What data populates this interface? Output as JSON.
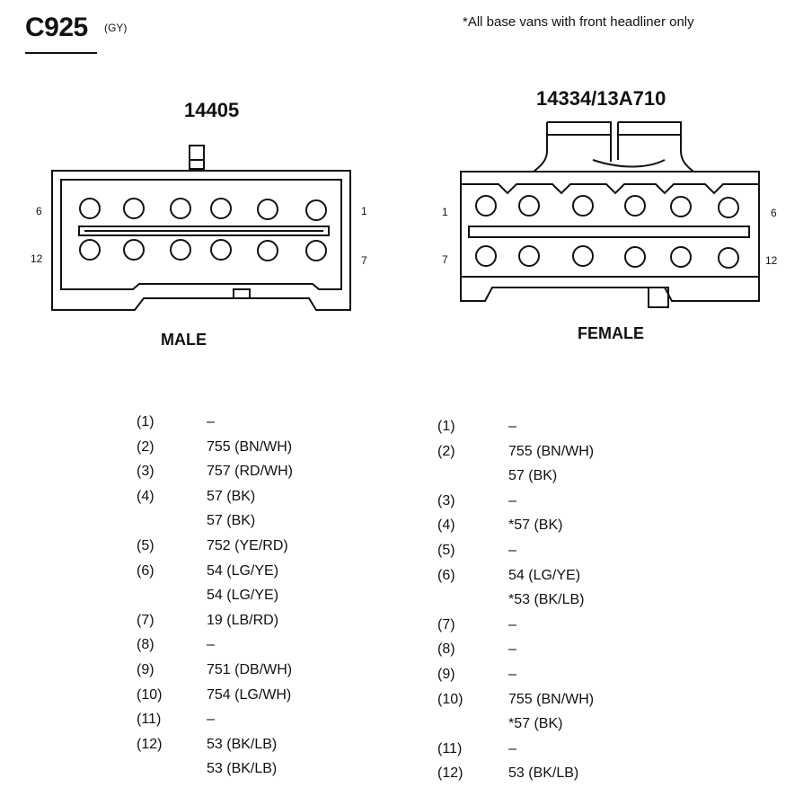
{
  "header": {
    "connector_id": "C925",
    "connector_color": "(GY)",
    "note": "*All base vans with front headliner only"
  },
  "male": {
    "part_number": "14405",
    "label": "MALE",
    "pin_labels": {
      "top_left": "6",
      "top_right": "1",
      "bottom_left": "12",
      "bottom_right": "7"
    },
    "rows": [
      {
        "cavity": "(1)",
        "wire": "–"
      },
      {
        "cavity": "(2)",
        "wire": "755 (BN/WH)"
      },
      {
        "cavity": "(3)",
        "wire": "757 (RD/WH)"
      },
      {
        "cavity": "(4)",
        "wire": "57 (BK)"
      },
      {
        "cavity": "",
        "wire": "57 (BK)"
      },
      {
        "cavity": "(5)",
        "wire": "752 (YE/RD)"
      },
      {
        "cavity": "(6)",
        "wire": "54 (LG/YE)"
      },
      {
        "cavity": "",
        "wire": "54 (LG/YE)"
      },
      {
        "cavity": "(7)",
        "wire": "19 (LB/RD)"
      },
      {
        "cavity": "(8)",
        "wire": "–"
      },
      {
        "cavity": "(9)",
        "wire": "751 (DB/WH)"
      },
      {
        "cavity": "(10)",
        "wire": "754 (LG/WH)"
      },
      {
        "cavity": "(11)",
        "wire": "–"
      },
      {
        "cavity": "(12)",
        "wire": "53 (BK/LB)"
      },
      {
        "cavity": "",
        "wire": "53 (BK/LB)"
      }
    ]
  },
  "female": {
    "part_number": "14334/13A710",
    "label": "FEMALE",
    "pin_labels": {
      "top_left": "1",
      "top_right": "6",
      "bottom_left": "7",
      "bottom_right": "12"
    },
    "rows": [
      {
        "cavity": "(1)",
        "wire": "–"
      },
      {
        "cavity": "(2)",
        "wire": "755 (BN/WH)"
      },
      {
        "cavity": "",
        "wire": "57 (BK)"
      },
      {
        "cavity": "(3)",
        "wire": "–"
      },
      {
        "cavity": "(4)",
        "wire": "*57 (BK)"
      },
      {
        "cavity": "(5)",
        "wire": "–"
      },
      {
        "cavity": "(6)",
        "wire": "54 (LG/YE)"
      },
      {
        "cavity": "",
        "wire": "*53 (BK/LB)"
      },
      {
        "cavity": "(7)",
        "wire": "–"
      },
      {
        "cavity": "(8)",
        "wire": "–"
      },
      {
        "cavity": "(9)",
        "wire": "–"
      },
      {
        "cavity": "(10)",
        "wire": "755 (BN/WH)"
      },
      {
        "cavity": "",
        "wire": "*57 (BK)"
      },
      {
        "cavity": "(11)",
        "wire": "–"
      },
      {
        "cavity": "(12)",
        "wire": "53 (BK/LB)"
      }
    ]
  }
}
